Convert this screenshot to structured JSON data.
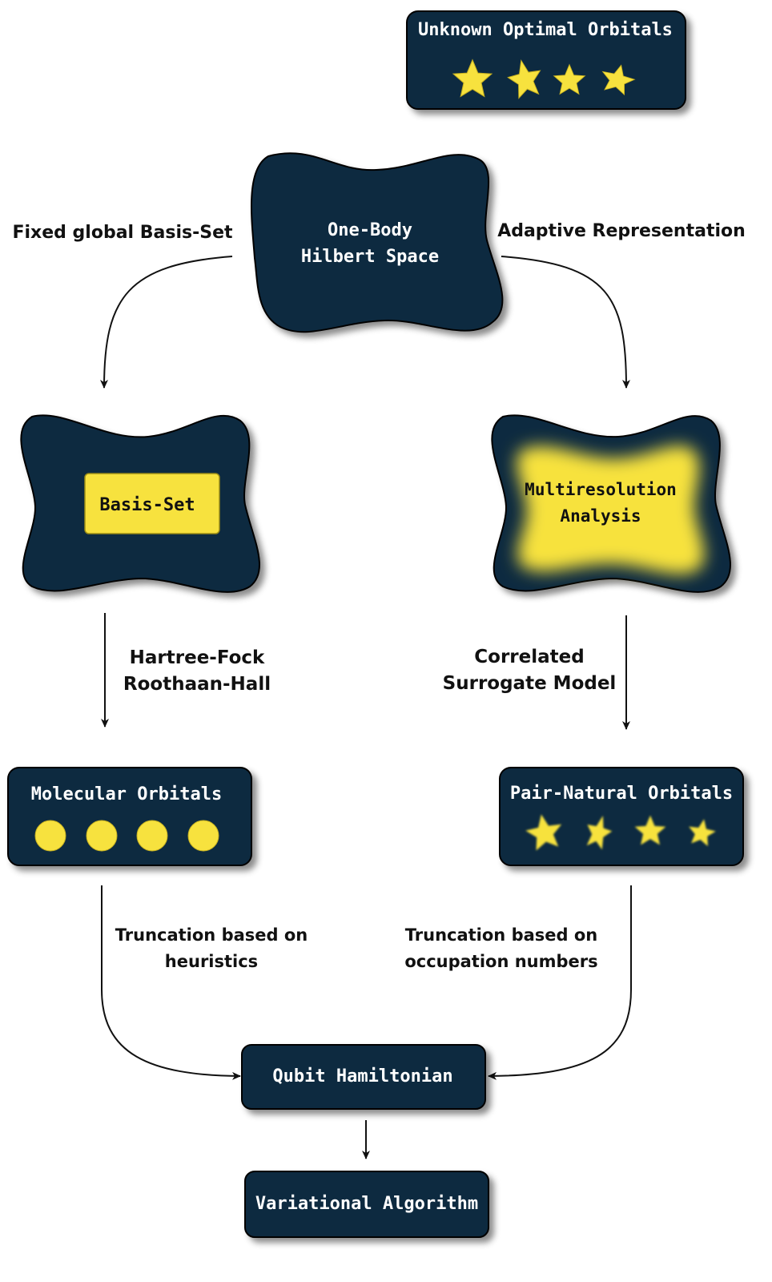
{
  "colors": {
    "navy": "#112b41",
    "yellow": "#f7e23e",
    "text_light": "#ffffff",
    "text_dark": "#111111"
  },
  "nodes": {
    "unknown_orbitals": {
      "title": "Unknown Optimal Orbitals",
      "icons": [
        "star-icon",
        "star-icon",
        "star-icon",
        "star-icon"
      ]
    },
    "hilbert_space": {
      "line1": "One-Body",
      "line2": "Hilbert Space"
    },
    "basis_set": {
      "label": "Basis-Set"
    },
    "multiresolution": {
      "line1": "Multiresolution",
      "line2": "Analysis"
    },
    "molecular_orbitals": {
      "title": "Molecular Orbitals",
      "icons": [
        "circle-icon",
        "circle-icon",
        "circle-icon",
        "circle-icon"
      ]
    },
    "pair_natural_orbitals": {
      "title": "Pair-Natural Orbitals",
      "icons": [
        "star-icon",
        "star-icon",
        "star-icon",
        "star-icon"
      ]
    },
    "qubit_hamiltonian": {
      "label": "Qubit Hamiltonian"
    },
    "variational_algorithm": {
      "label": "Variational Algorithm"
    }
  },
  "edge_labels": {
    "fixed_basis": "Fixed global Basis-Set",
    "adaptive": "Adaptive Representation",
    "hartree_fock": {
      "line1": "Hartree-Fock",
      "line2": "Roothaan-Hall"
    },
    "correlated": {
      "line1": "Correlated",
      "line2": "Surrogate Model"
    },
    "trunc_heuristics": {
      "line1": "Truncation based on",
      "line2": "heuristics"
    },
    "trunc_occupation": {
      "line1": "Truncation based on",
      "line2": "occupation numbers"
    }
  }
}
